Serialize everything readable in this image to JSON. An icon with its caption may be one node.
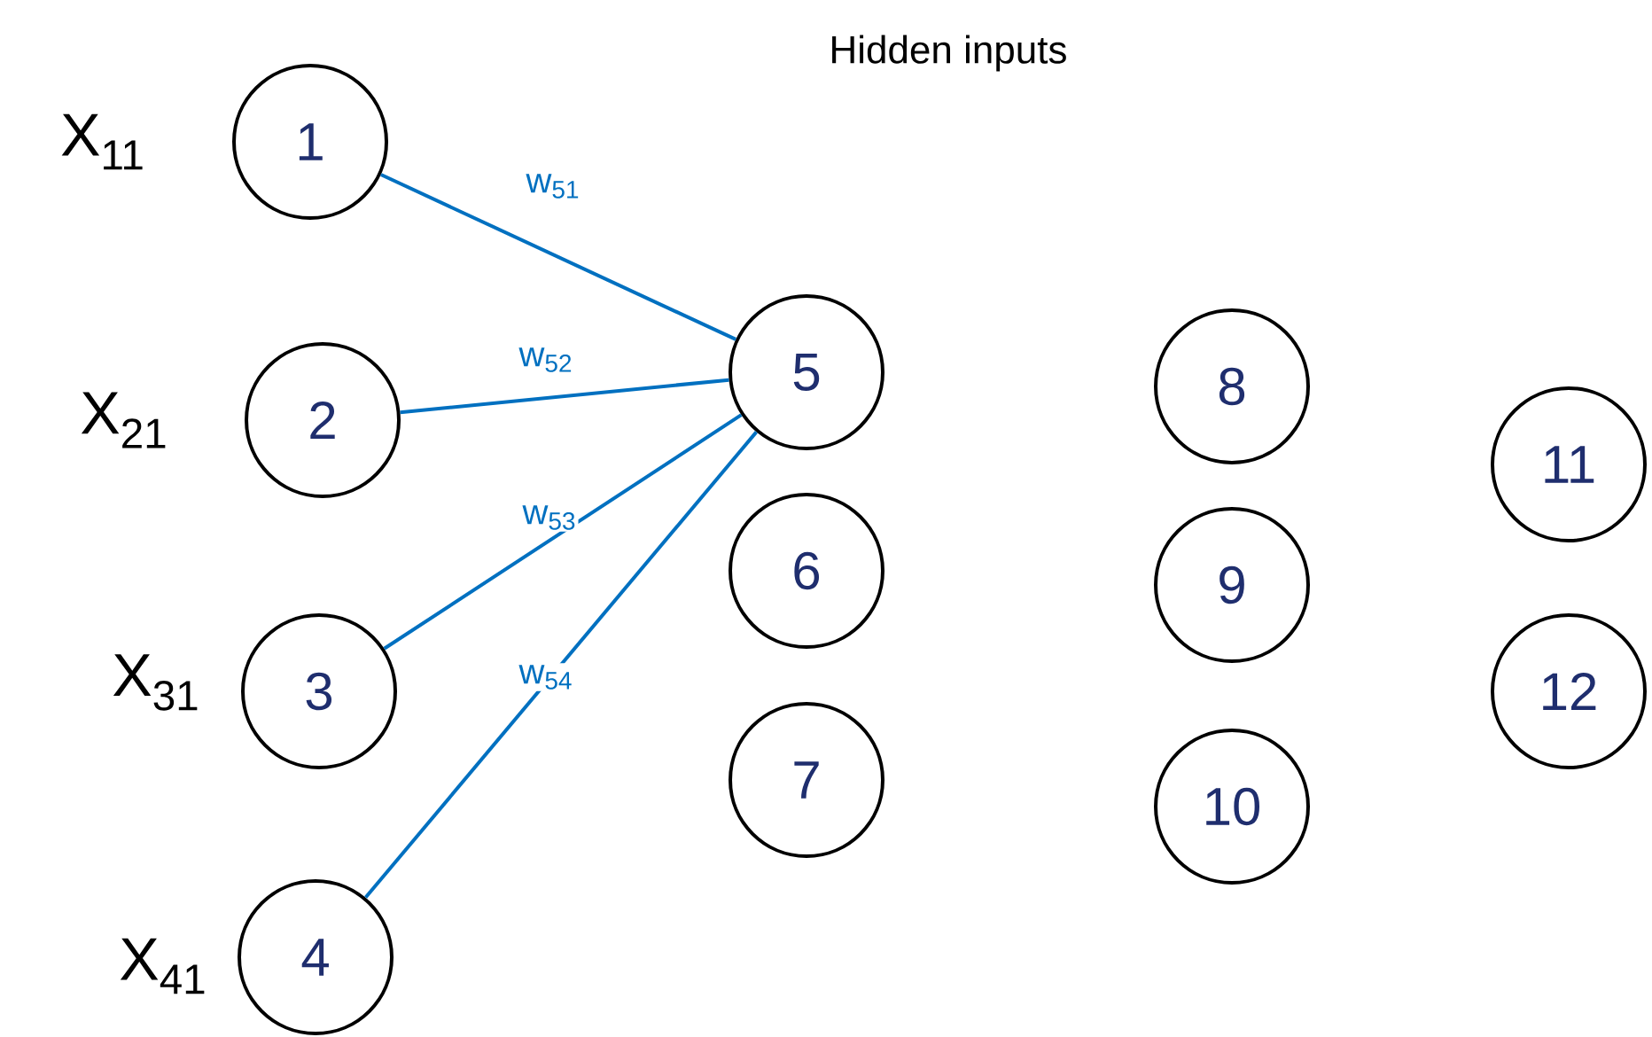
{
  "diagram": {
    "title": "Hidden inputs",
    "nodes": [
      {
        "text": [
          "1"
        ],
        "beside": [
          "X$_{11}$"
        ]
      },
      {
        "text": [
          "2"
        ],
        "beside": [
          "X$_{21}$"
        ]
      },
      {
        "text": [
          "3"
        ],
        "beside": [
          "X$_{31}$"
        ]
      },
      {
        "text": [
          "4"
        ],
        "beside": [
          "X$_{41}$"
        ]
      },
      {
        "text": [
          "5"
        ]
      },
      {
        "text": [
          "6"
        ]
      },
      {
        "text": [
          "7"
        ]
      },
      {
        "text": [
          "8"
        ]
      },
      {
        "text": [
          "9"
        ]
      },
      {
        "text": [
          "10"
        ]
      },
      {
        "text": [
          "11"
        ]
      },
      {
        "text": [
          "12"
        ]
      }
    ],
    "edges": [
      {
        "from": 0,
        "to": 4,
        "arrow": "none",
        "label": "w$_{51}$"
      },
      {
        "from": 1,
        "to": 4,
        "arrow": "none",
        "label": "w$_{52}$"
      },
      {
        "from": 2,
        "to": 4,
        "arrow": "none",
        "label": "w$_{53}$"
      },
      {
        "from": 3,
        "to": 4,
        "arrow": "none",
        "label": "w$_{54}$"
      }
    ]
  }
}
